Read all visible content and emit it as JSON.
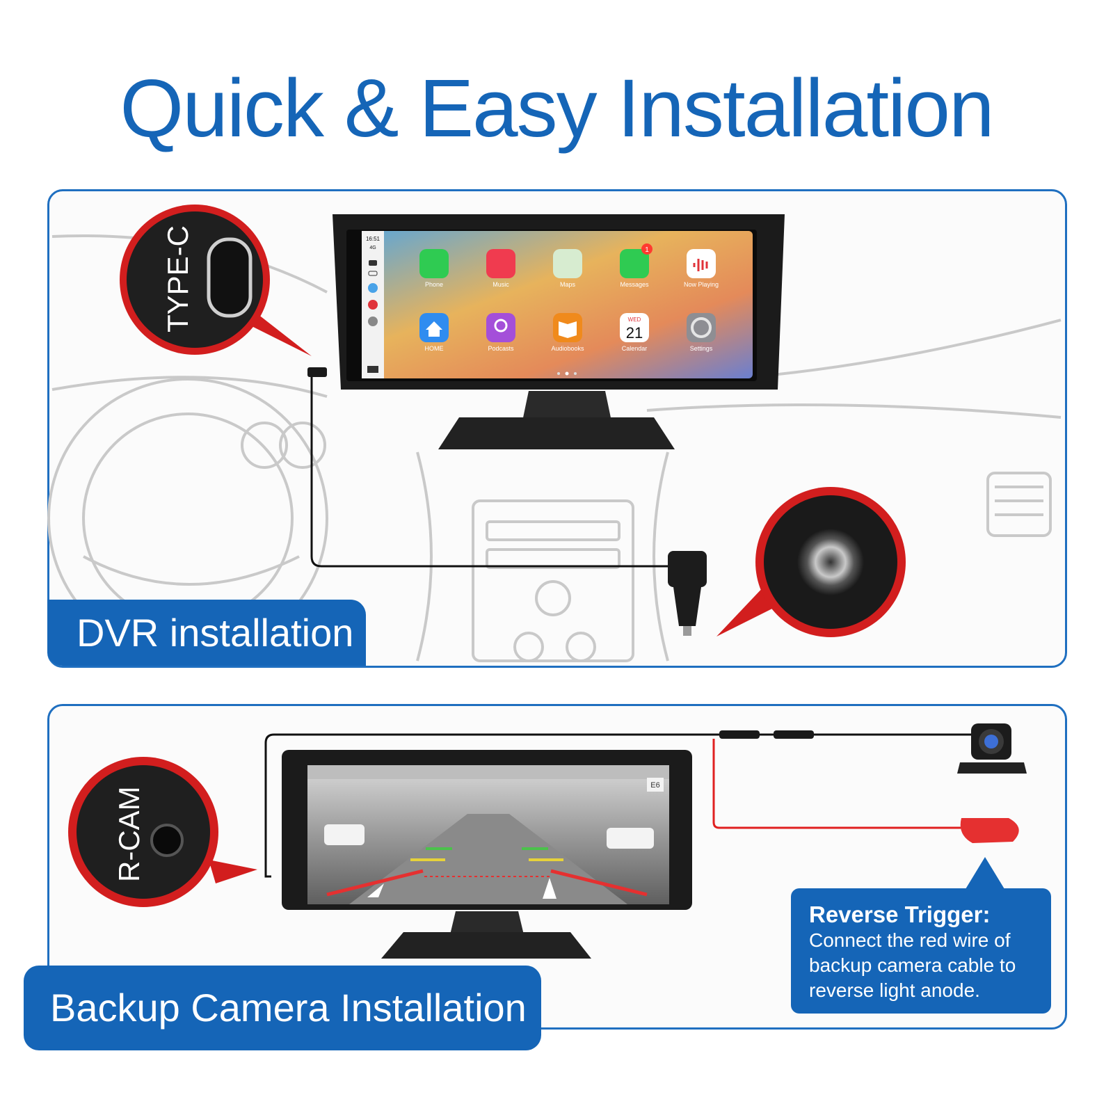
{
  "title": "Quick & Easy Installation",
  "sections": {
    "dvr": {
      "label": "DVR installation",
      "port_label": "TYPE-C"
    },
    "backup": {
      "label": "Backup Camera Installation",
      "port_label": "R-CAM"
    }
  },
  "reverse_trigger": {
    "title": "Reverse Trigger:",
    "lines": [
      "Connect the red wire of",
      "backup camera cable to",
      "reverse light anode."
    ]
  },
  "carplay": {
    "status_time": "16:51",
    "status_signal": "4G",
    "apps_row1": [
      "Phone",
      "Music",
      "Maps",
      "Messages",
      "Now Playing"
    ],
    "apps_row2": [
      "HOME",
      "Podcasts",
      "Audiobooks",
      "Calendar",
      "Settings"
    ],
    "messages_badge": "1",
    "calendar_day": "WED",
    "calendar_date": "21"
  },
  "camera_view": {
    "parking_sign": "E6"
  },
  "colors": {
    "brand_blue": "#1565b7",
    "callout_red": "#d21e1e",
    "reverse_wire": "#e02020"
  }
}
